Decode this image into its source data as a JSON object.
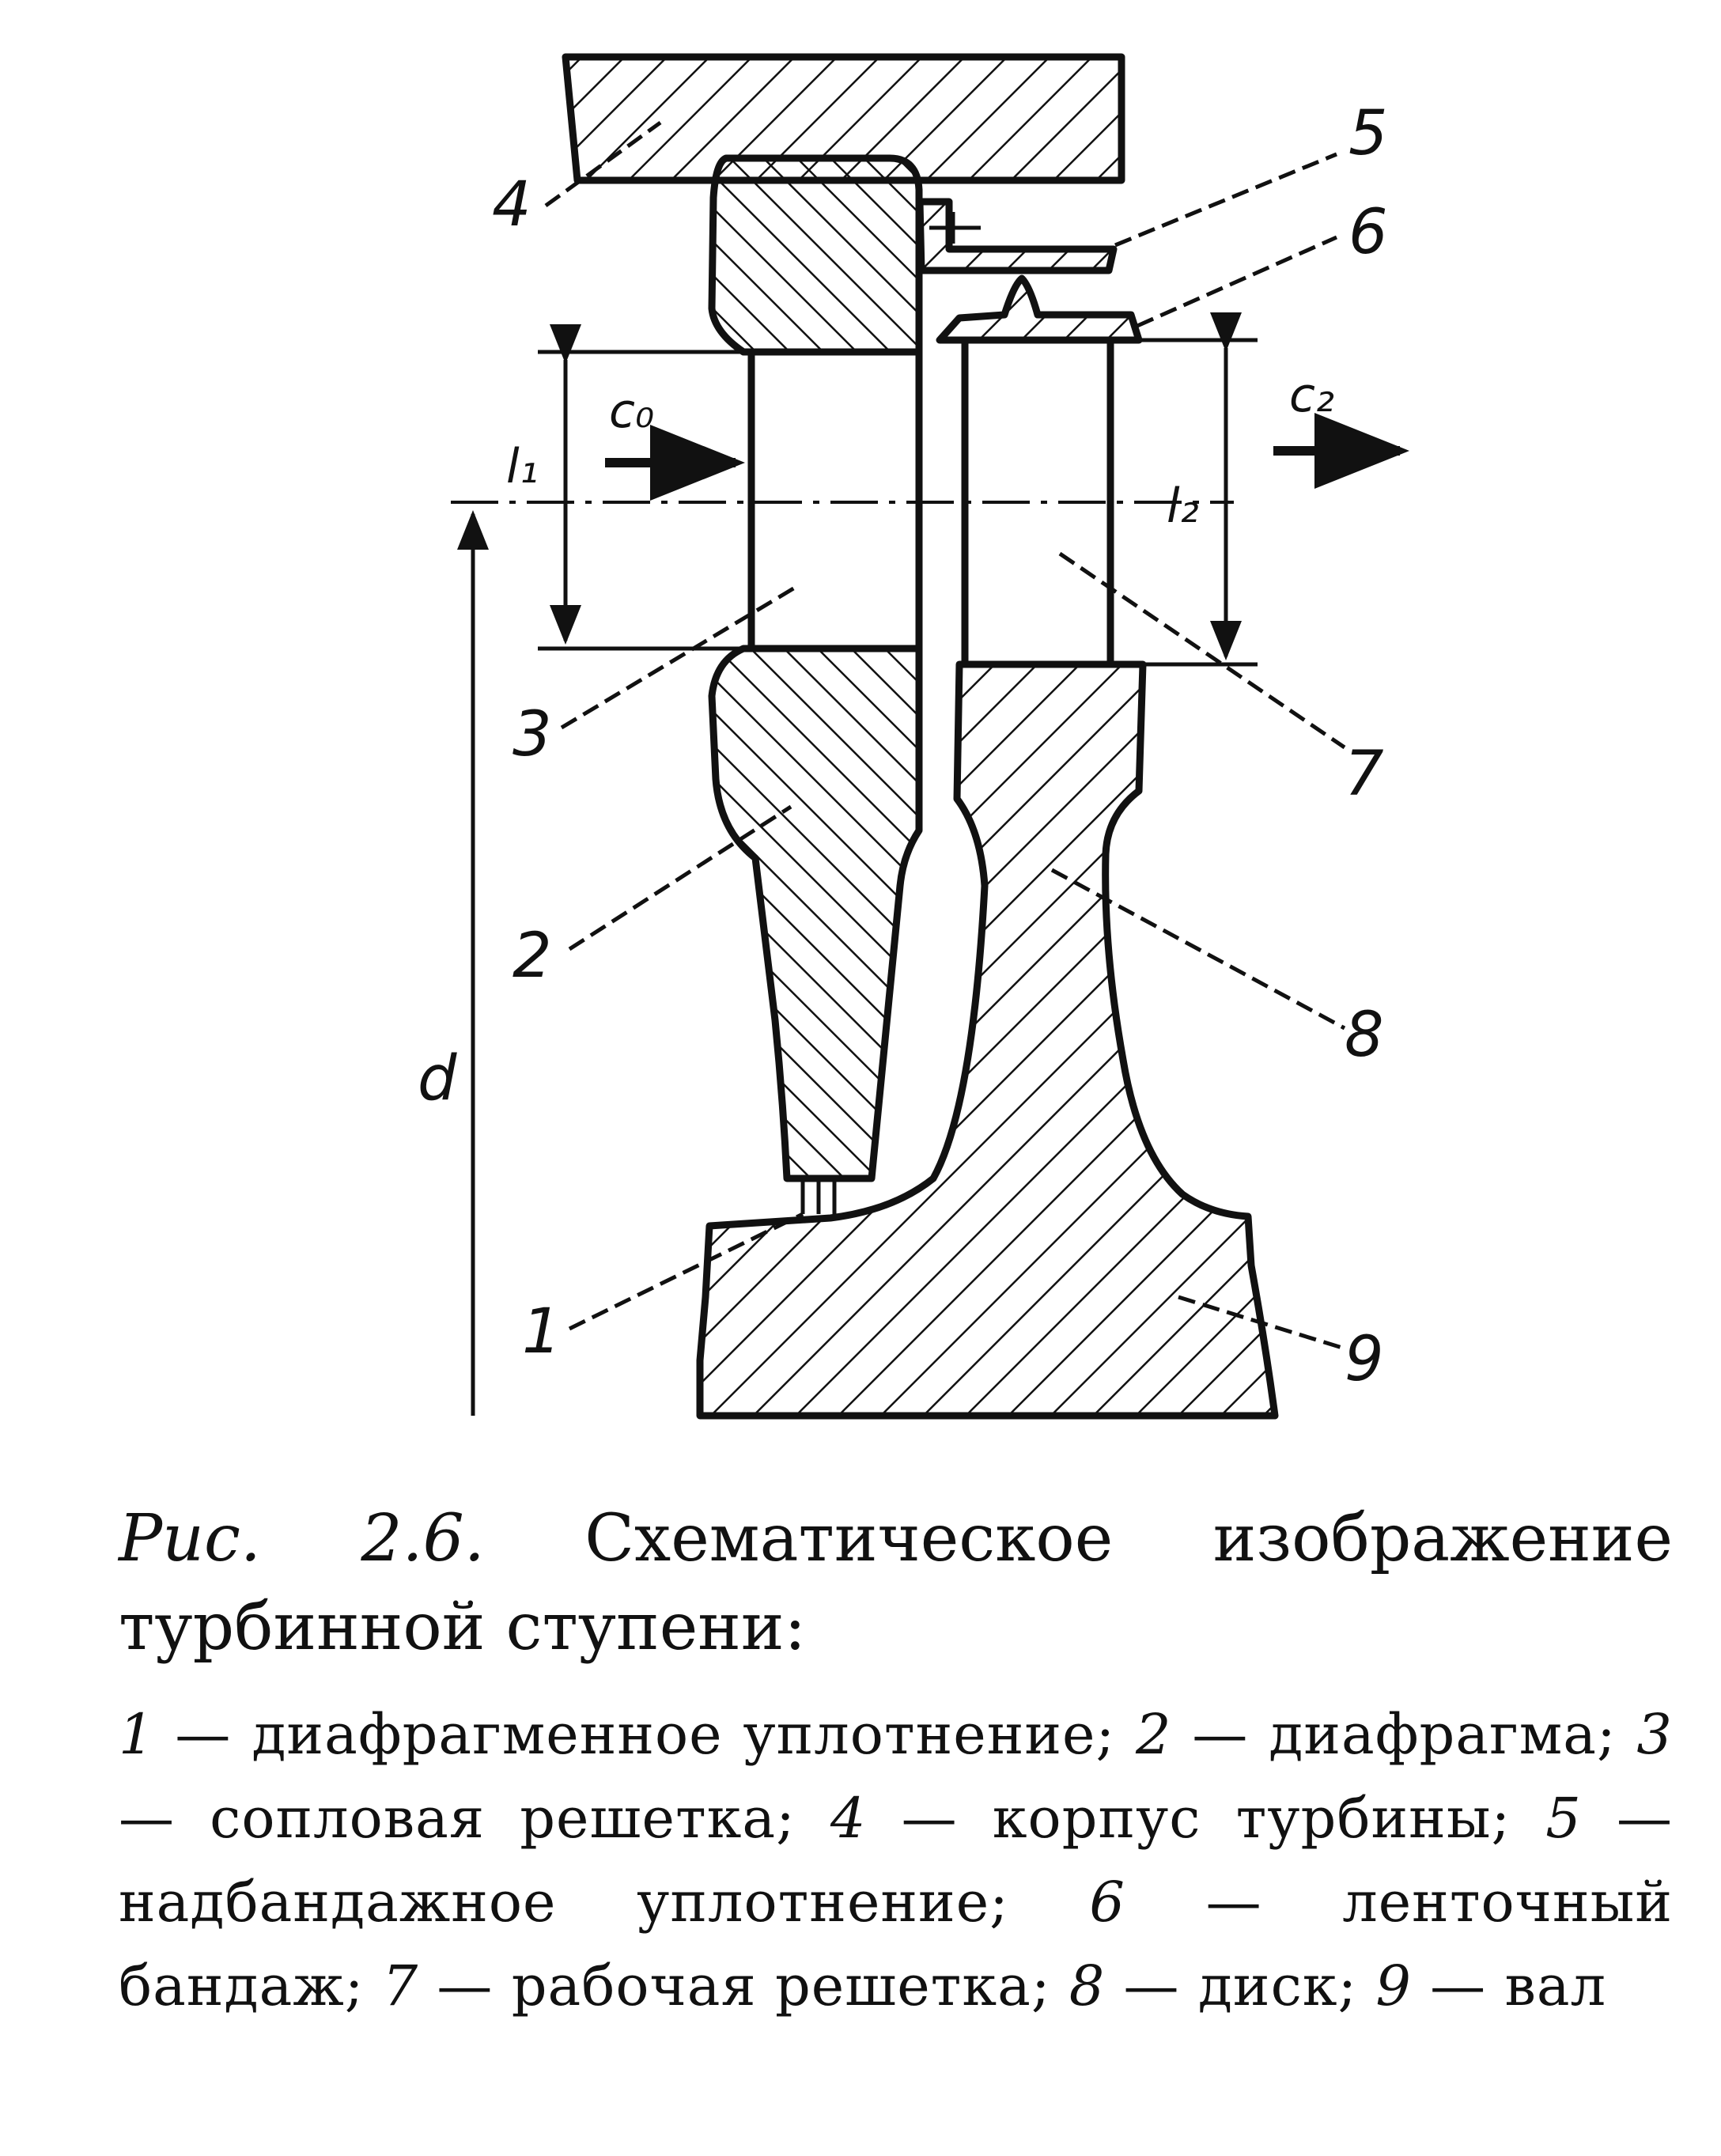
{
  "labels": {
    "n1": "1",
    "n2": "2",
    "n3": "3",
    "n4": "4",
    "n5": "5",
    "n6": "6",
    "n7": "7",
    "n8": "8",
    "n9": "9",
    "c0": "c₀",
    "c2": "c₂",
    "l1": "l₁",
    "l2": "l₂",
    "d": "d"
  },
  "caption": {
    "fig_ref": "Рис. 2.6.",
    "title": "Схематическое изображение турбинной ступени:",
    "legend": [
      {
        "num": "1",
        "text": "диафрагменное уплотнение;"
      },
      {
        "num": "2",
        "text": "диафрагма;"
      },
      {
        "num": "3",
        "text": "сопловая решетка;"
      },
      {
        "num": "4",
        "text": "корпус турбины;"
      },
      {
        "num": "5",
        "text": "надбандажное уплотнение;"
      },
      {
        "num": "6",
        "text": "ленточный бандаж;"
      },
      {
        "num": "7",
        "text": "рабочая решетка;"
      },
      {
        "num": "8",
        "text": "диск;"
      },
      {
        "num": "9",
        "text": "вал"
      }
    ]
  }
}
